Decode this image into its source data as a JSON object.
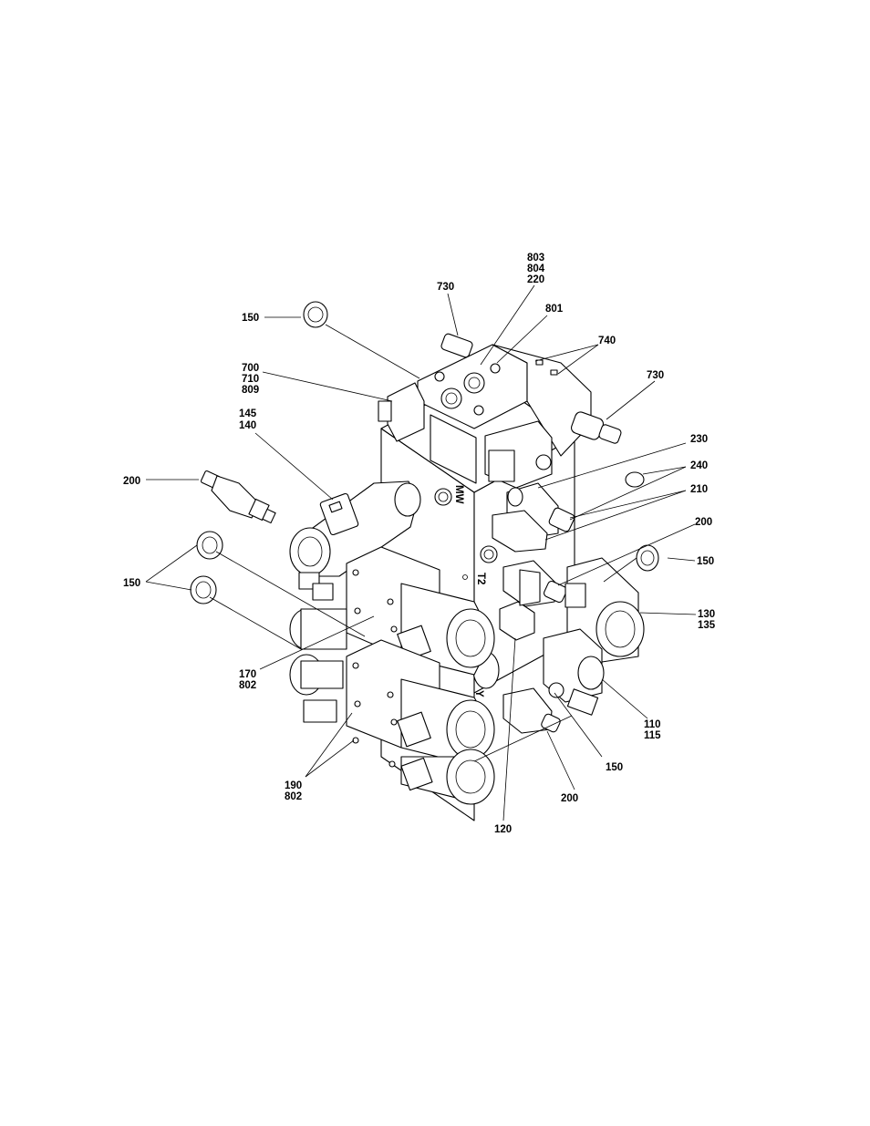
{
  "callouts": {
    "c803_804_220": [
      "803",
      "804",
      "220"
    ],
    "c730_top": [
      "730"
    ],
    "c801": [
      "801"
    ],
    "c150_top": [
      "150"
    ],
    "c740": [
      "740"
    ],
    "c700_710_809": [
      "700",
      "710",
      "809"
    ],
    "c730_right": [
      "730"
    ],
    "c145_140": [
      "145",
      "140"
    ],
    "c230": [
      "230"
    ],
    "c200_left": [
      "200"
    ],
    "c240": [
      "240"
    ],
    "c210": [
      "210"
    ],
    "c200_right": [
      "200"
    ],
    "c150_right": [
      "150"
    ],
    "c150_left": [
      "150"
    ],
    "c130_135": [
      "130",
      "135"
    ],
    "c170_802": [
      "170",
      "802"
    ],
    "c110_115": [
      "110",
      "115"
    ],
    "c150_bottom": [
      "150"
    ],
    "c190_802": [
      "190",
      "802"
    ],
    "c200_bottom": [
      "200"
    ],
    "c120": [
      "120"
    ]
  },
  "port_markings": {
    "mw": "MW",
    "t2": "T2",
    "y": "Y"
  }
}
